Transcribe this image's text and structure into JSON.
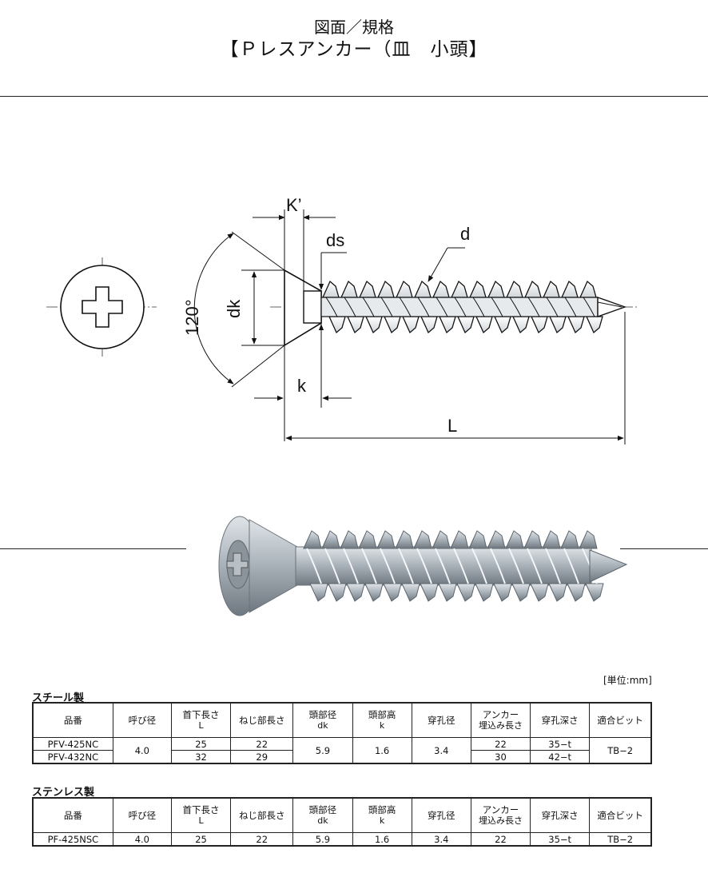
{
  "header": {
    "line1": "図面／規格",
    "line2": "【Ｐレスアンカー（皿　小頭】"
  },
  "drawing": {
    "label_k_prime": "K’",
    "label_ds": "ds",
    "label_d": "d",
    "label_angle": "120°",
    "label_dk": "dk",
    "label_k": "k",
    "label_L": "L"
  },
  "unit_note": "[単位:mm]",
  "steel": {
    "section_title": "スチール製",
    "headers": [
      {
        "main": "品番",
        "sub": ""
      },
      {
        "main": "呼び径",
        "sub": ""
      },
      {
        "main": "首下長さ",
        "sub": "L"
      },
      {
        "main": "ねじ部長さ",
        "sub": ""
      },
      {
        "main": "頭部径",
        "sub": "dk"
      },
      {
        "main": "頭部高",
        "sub": "k"
      },
      {
        "main": "穿孔径",
        "sub": ""
      },
      {
        "main": "アンカー",
        "sub": "埋込み長さ"
      },
      {
        "main": "穿孔深さ",
        "sub": ""
      },
      {
        "main": "適合ビット",
        "sub": ""
      }
    ],
    "rows": [
      {
        "part": "PFV-425NC",
        "length": "25",
        "thread": "22",
        "embed": "22",
        "depth": "35−t"
      },
      {
        "part": "PFV-432NC",
        "length": "32",
        "thread": "29",
        "embed": "30",
        "depth": "42−t"
      }
    ],
    "shared": {
      "nominal": "4.0",
      "head_dia": "5.9",
      "head_h": "1.6",
      "drill": "3.4",
      "bit": "TB−2"
    }
  },
  "stainless": {
    "section_title": "ステンレス製",
    "headers": [
      {
        "main": "品番",
        "sub": ""
      },
      {
        "main": "呼び径",
        "sub": ""
      },
      {
        "main": "首下長さ",
        "sub": "L"
      },
      {
        "main": "ねじ部長さ",
        "sub": ""
      },
      {
        "main": "頭部径",
        "sub": "dk"
      },
      {
        "main": "頭部高",
        "sub": "k"
      },
      {
        "main": "穿孔径",
        "sub": ""
      },
      {
        "main": "アンカー",
        "sub": "埋込み長さ"
      },
      {
        "main": "穿孔深さ",
        "sub": ""
      },
      {
        "main": "適合ビット",
        "sub": ""
      }
    ],
    "row": {
      "part": "PF-425NSC",
      "nominal": "4.0",
      "length": "25",
      "thread": "22",
      "head_dia": "5.9",
      "head_h": "1.6",
      "drill": "3.4",
      "embed": "22",
      "depth": "35−t",
      "bit": "TB−2"
    }
  }
}
